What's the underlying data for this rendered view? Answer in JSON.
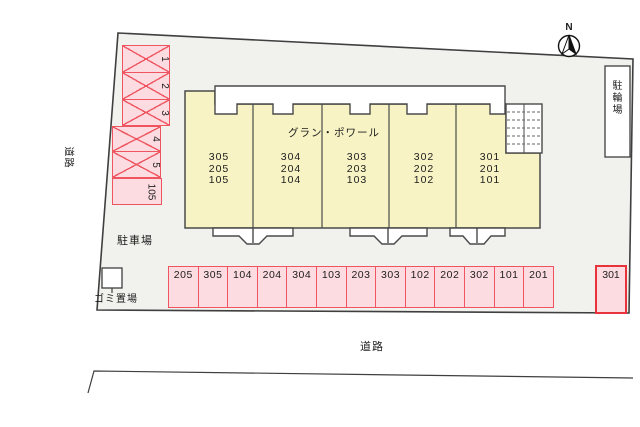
{
  "site": {
    "road_left_label": "道路",
    "road_bottom_label": "道路",
    "parking_lot_label": "駐車場",
    "garbage_area_label": "ゴミ置場",
    "bicycle_parking_label": "駐輪場",
    "north_label": "N"
  },
  "building": {
    "name": "グラン・ポワール",
    "units": [
      {
        "lines": [
          "305",
          "205",
          "105"
        ]
      },
      {
        "lines": [
          "304",
          "204",
          "104"
        ]
      },
      {
        "lines": [
          "303",
          "203",
          "103"
        ]
      },
      {
        "lines": [
          "302",
          "202",
          "102"
        ]
      },
      {
        "lines": [
          "301",
          "201",
          "101"
        ]
      }
    ]
  },
  "parking": {
    "left_column": [
      {
        "label": "1",
        "crossed": true
      },
      {
        "label": "2",
        "crossed": true
      },
      {
        "label": "3",
        "crossed": true
      },
      {
        "label": "4",
        "crossed": true
      },
      {
        "label": "5",
        "crossed": true
      },
      {
        "label": "105",
        "crossed": false
      }
    ],
    "bottom_row": [
      "205",
      "305",
      "104",
      "204",
      "304",
      "103",
      "203",
      "303",
      "102",
      "202",
      "302",
      "101",
      "201"
    ],
    "separate_stall": "301"
  },
  "colors": {
    "site_fill": "#f1f1ee",
    "outline": "#3f3f3f",
    "building_fill": "#f7f3c5",
    "building_outline": "#4a4a4a",
    "stall_fill": "#fcdce1",
    "stall_border": "#ee5560",
    "stall_border_strong": "#e8323c"
  }
}
